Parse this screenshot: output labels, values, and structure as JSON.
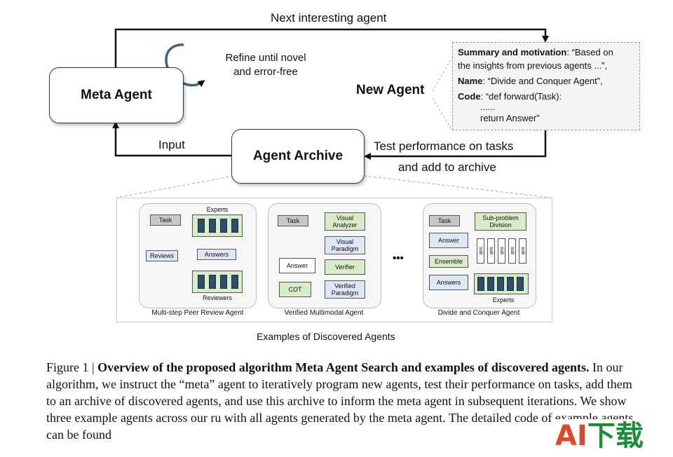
{
  "diagram": {
    "next_agent_label": "Next interesting agent",
    "refine_label_1": "Refine until novel",
    "refine_label_2": "and error-free",
    "meta_agent": "Meta Agent",
    "new_agent": "New Agent",
    "agent_archive": "Agent Archive",
    "input_label": "Input",
    "test_label_1": "Test performance on tasks",
    "test_label_2": "and add to archive",
    "code": {
      "summary_key": "Summary and motivation",
      "summary_val_1": ": “Based on",
      "summary_val_2": "the insights from previous agents ...”,",
      "name_key": "Name",
      "name_val": ": “Divide and Conquer Agent”,",
      "code_key": "Code",
      "code_val": ": “def forward(Task):",
      "code_line2": "......",
      "code_line3": "return Answer”"
    },
    "examples_title": "Examples of Discovered Agents",
    "ellipsis": "•••",
    "agent1": {
      "name": "Multi-step Peer Review Agent",
      "task": "Task",
      "experts": "Experts",
      "reviews": "Reviews",
      "answers": "Answers",
      "reviewers": "Reviewers"
    },
    "agent2": {
      "name": "Verified Multimodal Agent",
      "task": "Task",
      "visual_analyzer": "Visual Analyzer",
      "visual_paradigm": "Visual Paradigm",
      "verifier": "Verifier",
      "verified_paradigm": "Verified Paradigm",
      "answer": "Answer",
      "cot": "COT"
    },
    "agent3": {
      "name": "Divide and Conquer Agent",
      "task": "Task",
      "subproblem": "Sub-problem Division",
      "answer": "Answer",
      "ensemble": "Ensemble",
      "answers": "Answers",
      "experts": "Experts",
      "sub": "sub"
    }
  },
  "caption": {
    "prefix": "Figure 1 | ",
    "bold": "Overview of the proposed algorithm Meta Agent Search and examples of discovered agents.",
    "body": " In our algorithm, we instruct the “meta” agent to iteratively program new agents, test their performance on tasks, add them to an archive of discovered agents, and use this archive to inform the meta agent in subsequent iterations. We show three example agents across our ru   with all agents generated by the meta agent. The detailed code of example agents can be found"
  },
  "watermark": {
    "text_ai": "AI",
    "text_cn": "下载"
  }
}
